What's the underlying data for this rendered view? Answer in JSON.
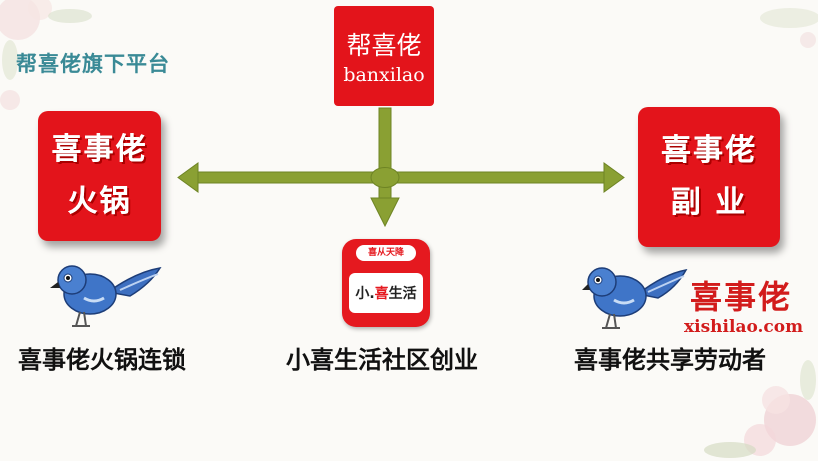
{
  "page": {
    "title": "帮喜佬旗下平台"
  },
  "top_box": {
    "cn": "帮喜佬",
    "en": "banxilao"
  },
  "left_box": {
    "line1": "喜事佬",
    "line2": "火锅"
  },
  "right_box": {
    "line1": "喜事佬",
    "line2": "副 业"
  },
  "app": {
    "badge": "喜从天降",
    "name_prefix": "小.",
    "name_hl": "喜",
    "name_suffix": "生活"
  },
  "captions": {
    "left": "喜事佬火锅连锁",
    "middle": "小喜生活社区创业",
    "right": "喜事佬共享劳动者"
  },
  "logo": {
    "text": "喜事佬",
    "url": "xishilao.com"
  },
  "colors": {
    "brand_red": "#e3141b",
    "connector_olive": "#8aa033",
    "title_teal": "#3a8a96"
  },
  "icons": [
    "blue-bird-mascot-icon",
    "blue-bird-mascot-icon"
  ]
}
